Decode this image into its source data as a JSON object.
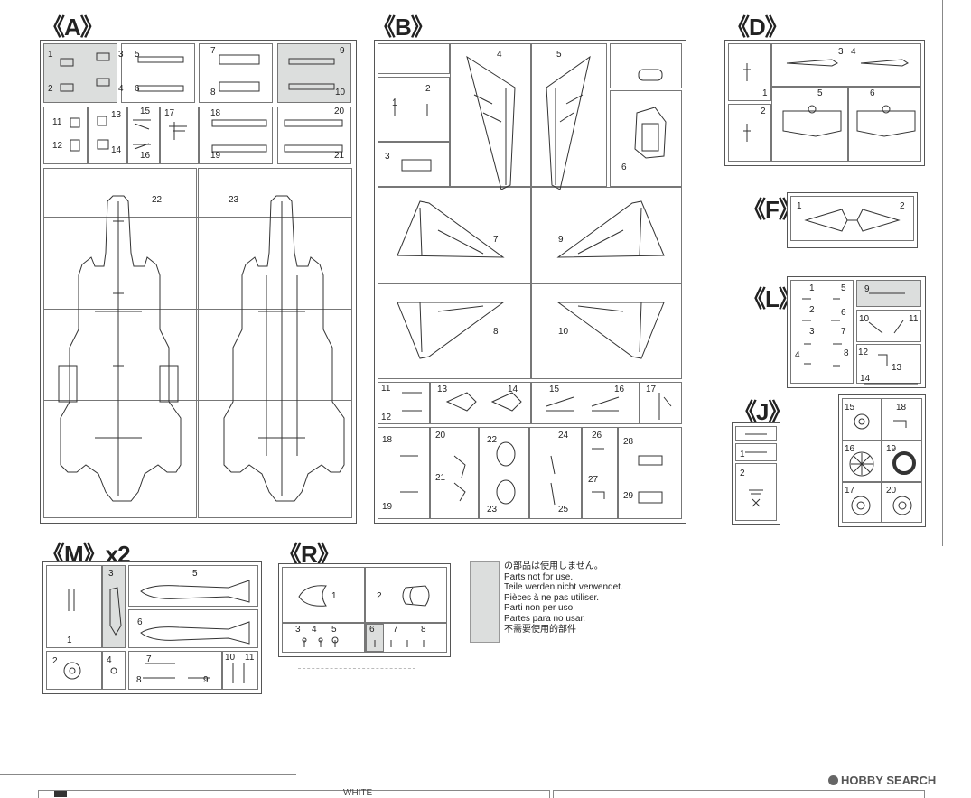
{
  "sheet": {
    "legend": {
      "lines": [
        "の部品は使用しません。",
        "Parts not for use.",
        "Teile werden nicht verwendet.",
        "Pièces à ne pas utiliser.",
        "Parti non per uso.",
        "Partes para no usar.",
        "不需要使用的部件"
      ],
      "swatch_color": "#dcdedd"
    },
    "watermark": {
      "text": "HOBBY SEARCH"
    },
    "sprues": {
      "A": {
        "label": "《A》",
        "parts": [
          "1",
          "2",
          "3",
          "4",
          "5",
          "6",
          "7",
          "8",
          "9",
          "10",
          "11",
          "12",
          "13",
          "14",
          "15",
          "16",
          "17",
          "18",
          "19",
          "20",
          "21",
          "22",
          "23"
        ],
        "unused": [
          "1",
          "2",
          "3",
          "4",
          "9",
          "10"
        ]
      },
      "B": {
        "label": "《B》",
        "parts": [
          "1",
          "2",
          "3",
          "4",
          "5",
          "6",
          "7",
          "8",
          "9",
          "10",
          "11",
          "12",
          "13",
          "14",
          "15",
          "16",
          "17",
          "18",
          "19",
          "20",
          "21",
          "22",
          "23",
          "24",
          "25",
          "26",
          "27",
          "28",
          "29"
        ],
        "unused": []
      },
      "D": {
        "label": "《D》",
        "parts": [
          "1",
          "2",
          "3",
          "4",
          "5",
          "6"
        ]
      },
      "F": {
        "label": "《F》",
        "parts": [
          "1",
          "2"
        ]
      },
      "L": {
        "label": "《L》",
        "parts": [
          "1",
          "2",
          "3",
          "4",
          "5",
          "6",
          "7",
          "8",
          "9",
          "10",
          "11",
          "12",
          "13",
          "14",
          "15",
          "16",
          "17",
          "18",
          "19",
          "20"
        ],
        "unused": [
          "9"
        ]
      },
      "J": {
        "label": "《J》",
        "parts": [
          "1",
          "2"
        ]
      },
      "M": {
        "label": "《M》x2",
        "parts": [
          "1",
          "2",
          "3",
          "4",
          "5",
          "6",
          "7",
          "8",
          "9",
          "10",
          "11"
        ],
        "unused": [
          "3"
        ]
      },
      "R": {
        "label": "《R》",
        "parts": [
          "1",
          "2",
          "3",
          "4",
          "5",
          "6",
          "7",
          "8"
        ],
        "unused": [
          "6"
        ]
      }
    },
    "color_table": {
      "visible_text": [
        "WHITE"
      ]
    }
  }
}
